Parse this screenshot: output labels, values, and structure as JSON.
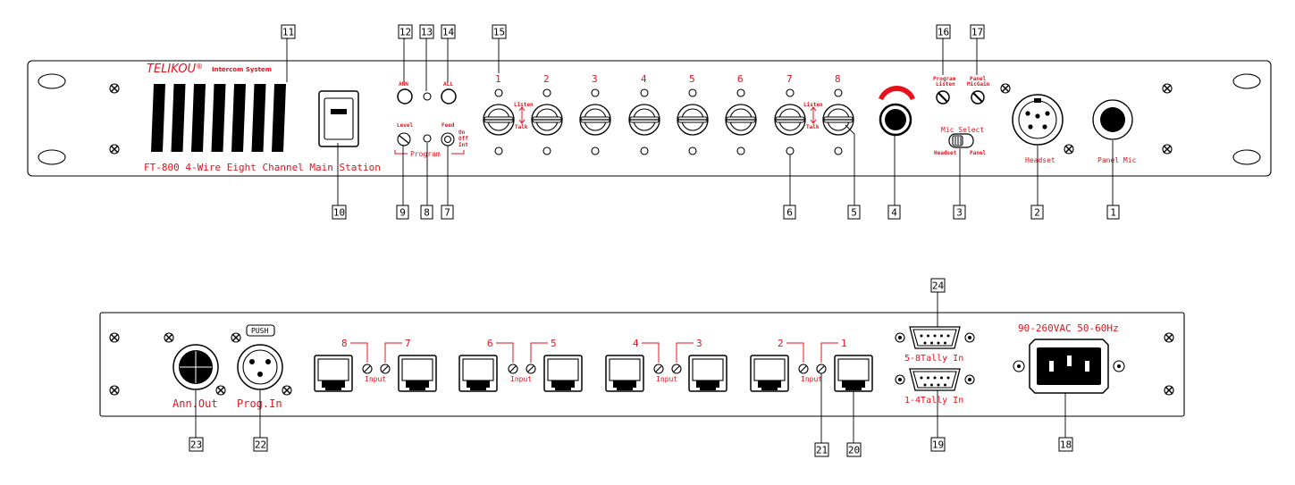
{
  "brand": {
    "name": "TELIKOU",
    "registered": "®",
    "subtitle": "Intercom System"
  },
  "model_label": "FT-800 4-Wire Eight Channel Main Station",
  "front": {
    "ann_label": "ANN",
    "all_label": "ALL",
    "level_label": "Level",
    "feed_label": "Feed",
    "feed_options": [
      "On",
      "Off",
      "Int"
    ],
    "program_label": "Program",
    "channels": [
      "1",
      "2",
      "3",
      "4",
      "5",
      "6",
      "7",
      "8"
    ],
    "listen_label": "Listen",
    "talk_label": "Talk",
    "program_listen_label": [
      "Program",
      "Listen"
    ],
    "panel_micgain_label": [
      "Panel",
      "MicGain"
    ],
    "mic_select_label": "Mic Select",
    "headset_label": "Headset",
    "panel_label": "Panel",
    "headset_connector_label": "Headset",
    "panel_mic_label": "Panel Mic"
  },
  "rear": {
    "power_label": "90-260VAC 50-60Hz",
    "tally_5_8": "5-8Tally In",
    "tally_1_4": "1-4Tally In",
    "input_label": "Input",
    "input_pairs": [
      [
        "8",
        "7"
      ],
      [
        "6",
        "5"
      ],
      [
        "4",
        "3"
      ],
      [
        "2",
        "1"
      ]
    ],
    "push_label": "PUSH",
    "ann_out_label": "Ann.Out",
    "prog_in_label": "Prog.In"
  },
  "callouts": [
    "1",
    "2",
    "3",
    "4",
    "5",
    "6",
    "7",
    "8",
    "9",
    "10",
    "11",
    "12",
    "13",
    "14",
    "15",
    "16",
    "17",
    "18",
    "19",
    "20",
    "21",
    "22",
    "23",
    "24"
  ]
}
